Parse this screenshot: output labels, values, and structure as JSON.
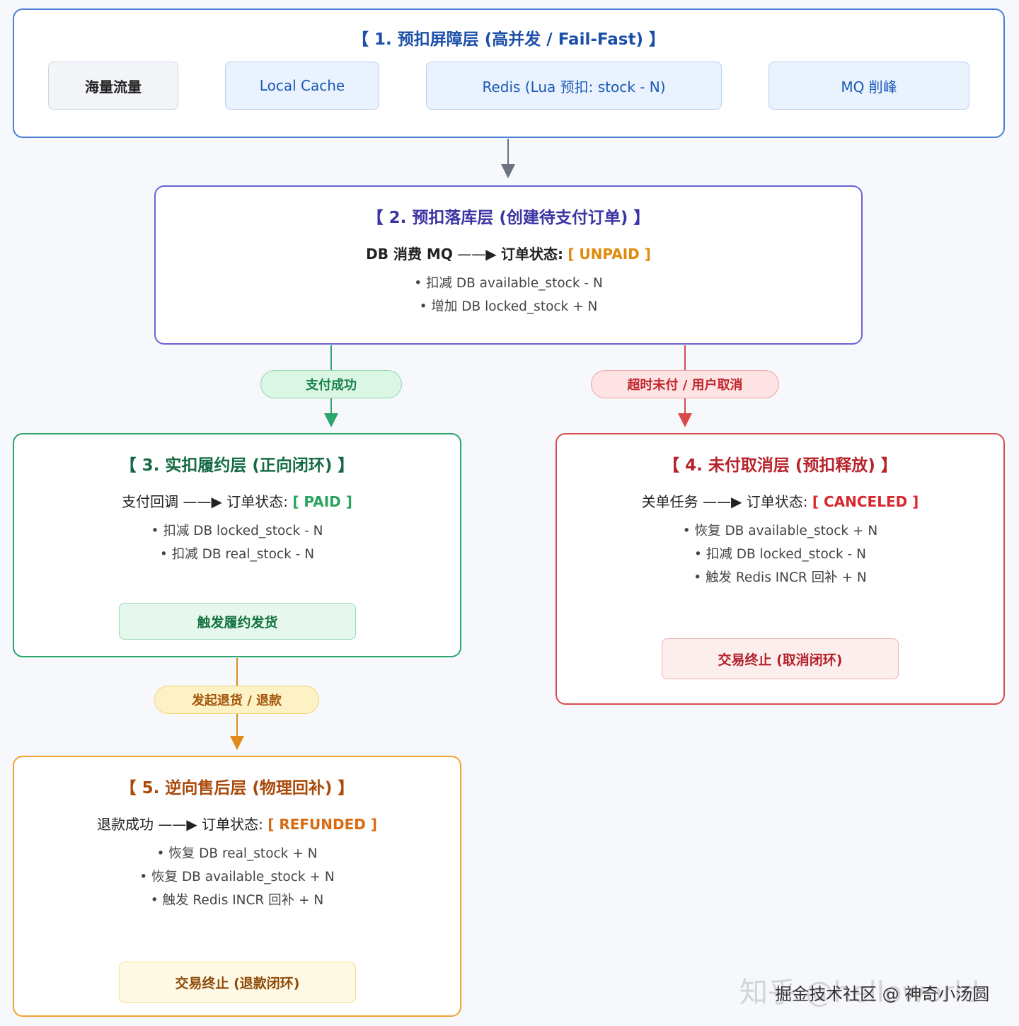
{
  "layer1": {
    "title": "【 1. 预扣屏障层 (高并发 / Fail-Fast) 】",
    "nodes": [
      "海量流量",
      "Local Cache",
      "Redis (Lua 预扣: stock - N)",
      "MQ 削峰"
    ]
  },
  "layer2": {
    "title": "【 2. 预扣落库层 (创建待支付订单) 】",
    "trigger": "DB 消费 MQ",
    "state_label": "订单状态:",
    "state": "[ UNPAID ]",
    "bullets": [
      "• 扣减 DB available_stock - N",
      "• 增加 DB locked_stock + N"
    ]
  },
  "arrow_glyph": "——▶",
  "transitions": {
    "pay_success": "支付成功",
    "timeout_cancel": "超时未付 / 用户取消",
    "refund": "发起退货 / 退款"
  },
  "layer3": {
    "title": "【 3. 实扣履约层 (正向闭环) 】",
    "trigger": "支付回调",
    "state_label": "订单状态:",
    "state": "[ PAID ]",
    "bullets": [
      "• 扣减 DB locked_stock - N",
      "• 扣减 DB real_stock - N"
    ],
    "end": "触发履约发货"
  },
  "layer4": {
    "title": "【 4. 未付取消层 (预扣释放) 】",
    "trigger": "关单任务",
    "state_label": "订单状态:",
    "state": "[ CANCELED ]",
    "bullets": [
      "• 恢复 DB available_stock + N",
      "• 扣减 DB locked_stock - N",
      "• 触发 Redis INCR 回补 + N"
    ],
    "end": "交易终止 (取消闭环)"
  },
  "layer5": {
    "title": "【 5. 逆向售后层 (物理回补) 】",
    "trigger": "退款成功",
    "state_label": "订单状态:",
    "state": "[ REFUNDED ]",
    "bullets": [
      "• 恢复 DB real_stock + N",
      "• 恢复 DB available_stock + N",
      "• 触发 Redis INCR 回补 + N"
    ],
    "end": "交易终止 (退款闭环)"
  },
  "watermark": {
    "faint": "知乎 @helloworld",
    "text": "掘金技术社区 @ 神奇小汤圆"
  },
  "colors": {
    "blue": "#4a7fd6",
    "purple": "#6a63d6",
    "green": "#2aa56b",
    "red": "#d94b4b",
    "orange": "#f0a335"
  }
}
